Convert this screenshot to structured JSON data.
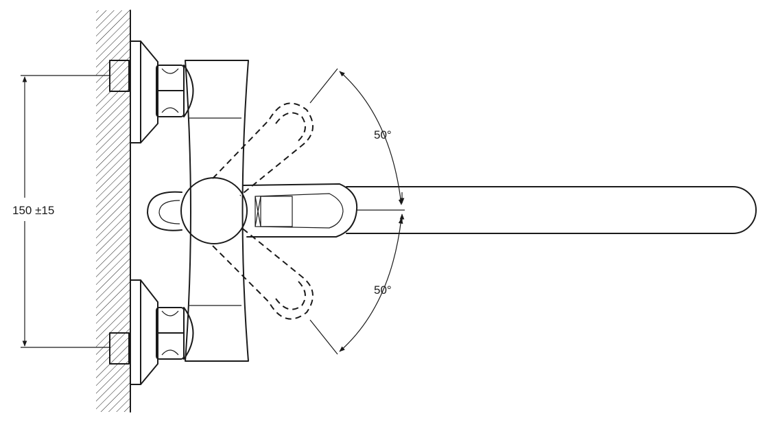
{
  "drawing": {
    "colors": {
      "line": "#1a1a1a",
      "background": "#ffffff"
    },
    "dimensions": {
      "centers": "150 ±15",
      "angle_up": "50°",
      "angle_down": "50°"
    }
  }
}
